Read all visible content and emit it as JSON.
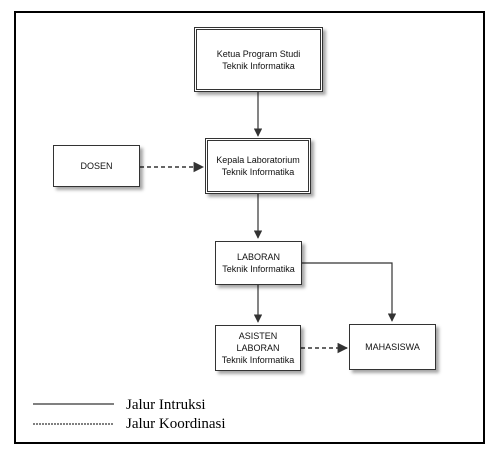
{
  "nodes": {
    "kaprodi": {
      "line1": "Ketua Program Studi",
      "line2": "Teknik Informatika"
    },
    "kalab": {
      "line1": "Kepala Laboratorium",
      "line2": "Teknik Informatika"
    },
    "dosen": {
      "line1": "DOSEN"
    },
    "laboran": {
      "line1": "LABORAN",
      "line2": "Teknik Informatika"
    },
    "asisten": {
      "line1": "ASISTEN LABORAN",
      "line2": "Teknik Informatika"
    },
    "mahasiswa": {
      "line1": "MAHASISWA"
    }
  },
  "legend": {
    "solid_label": "Jalur Intruksi",
    "dashed_label": "Jalur Koordinasi"
  },
  "colors": {
    "line": "#333333",
    "border": "#000000"
  }
}
